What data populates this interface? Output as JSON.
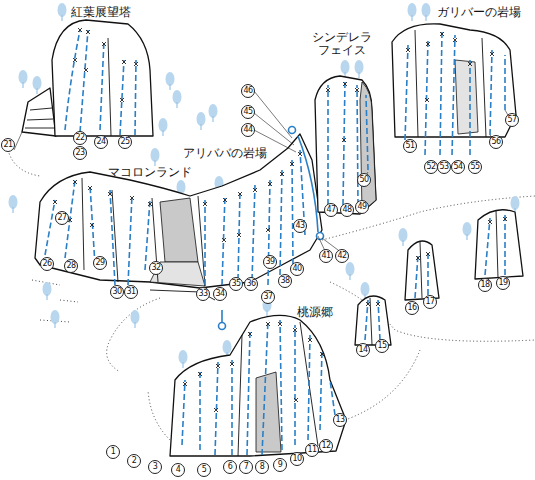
{
  "diagram": {
    "labels": [
      "紅葉展望塔",
      "ガリバーの岩場",
      "シンデレラ フェイス",
      "アリババの岩場",
      "マコロンランド",
      "桃源郷",
      "1",
      "2",
      "3",
      "4",
      "5",
      "6",
      "7",
      "8",
      "9",
      "10",
      "11",
      "12",
      "13",
      "14",
      "15",
      "16",
      "17",
      "18",
      "19",
      "21",
      "22",
      "23",
      "24",
      "25",
      "26",
      "27",
      "28",
      "29",
      "30",
      "31",
      "32",
      "33",
      "34",
      "35",
      "36",
      "37",
      "38",
      "39",
      "40",
      "41",
      "42",
      "43",
      "44",
      "45",
      "46",
      "47",
      "48",
      "49",
      "50",
      "51",
      "52",
      "53",
      "54",
      "55",
      "56",
      "57"
    ]
  }
}
